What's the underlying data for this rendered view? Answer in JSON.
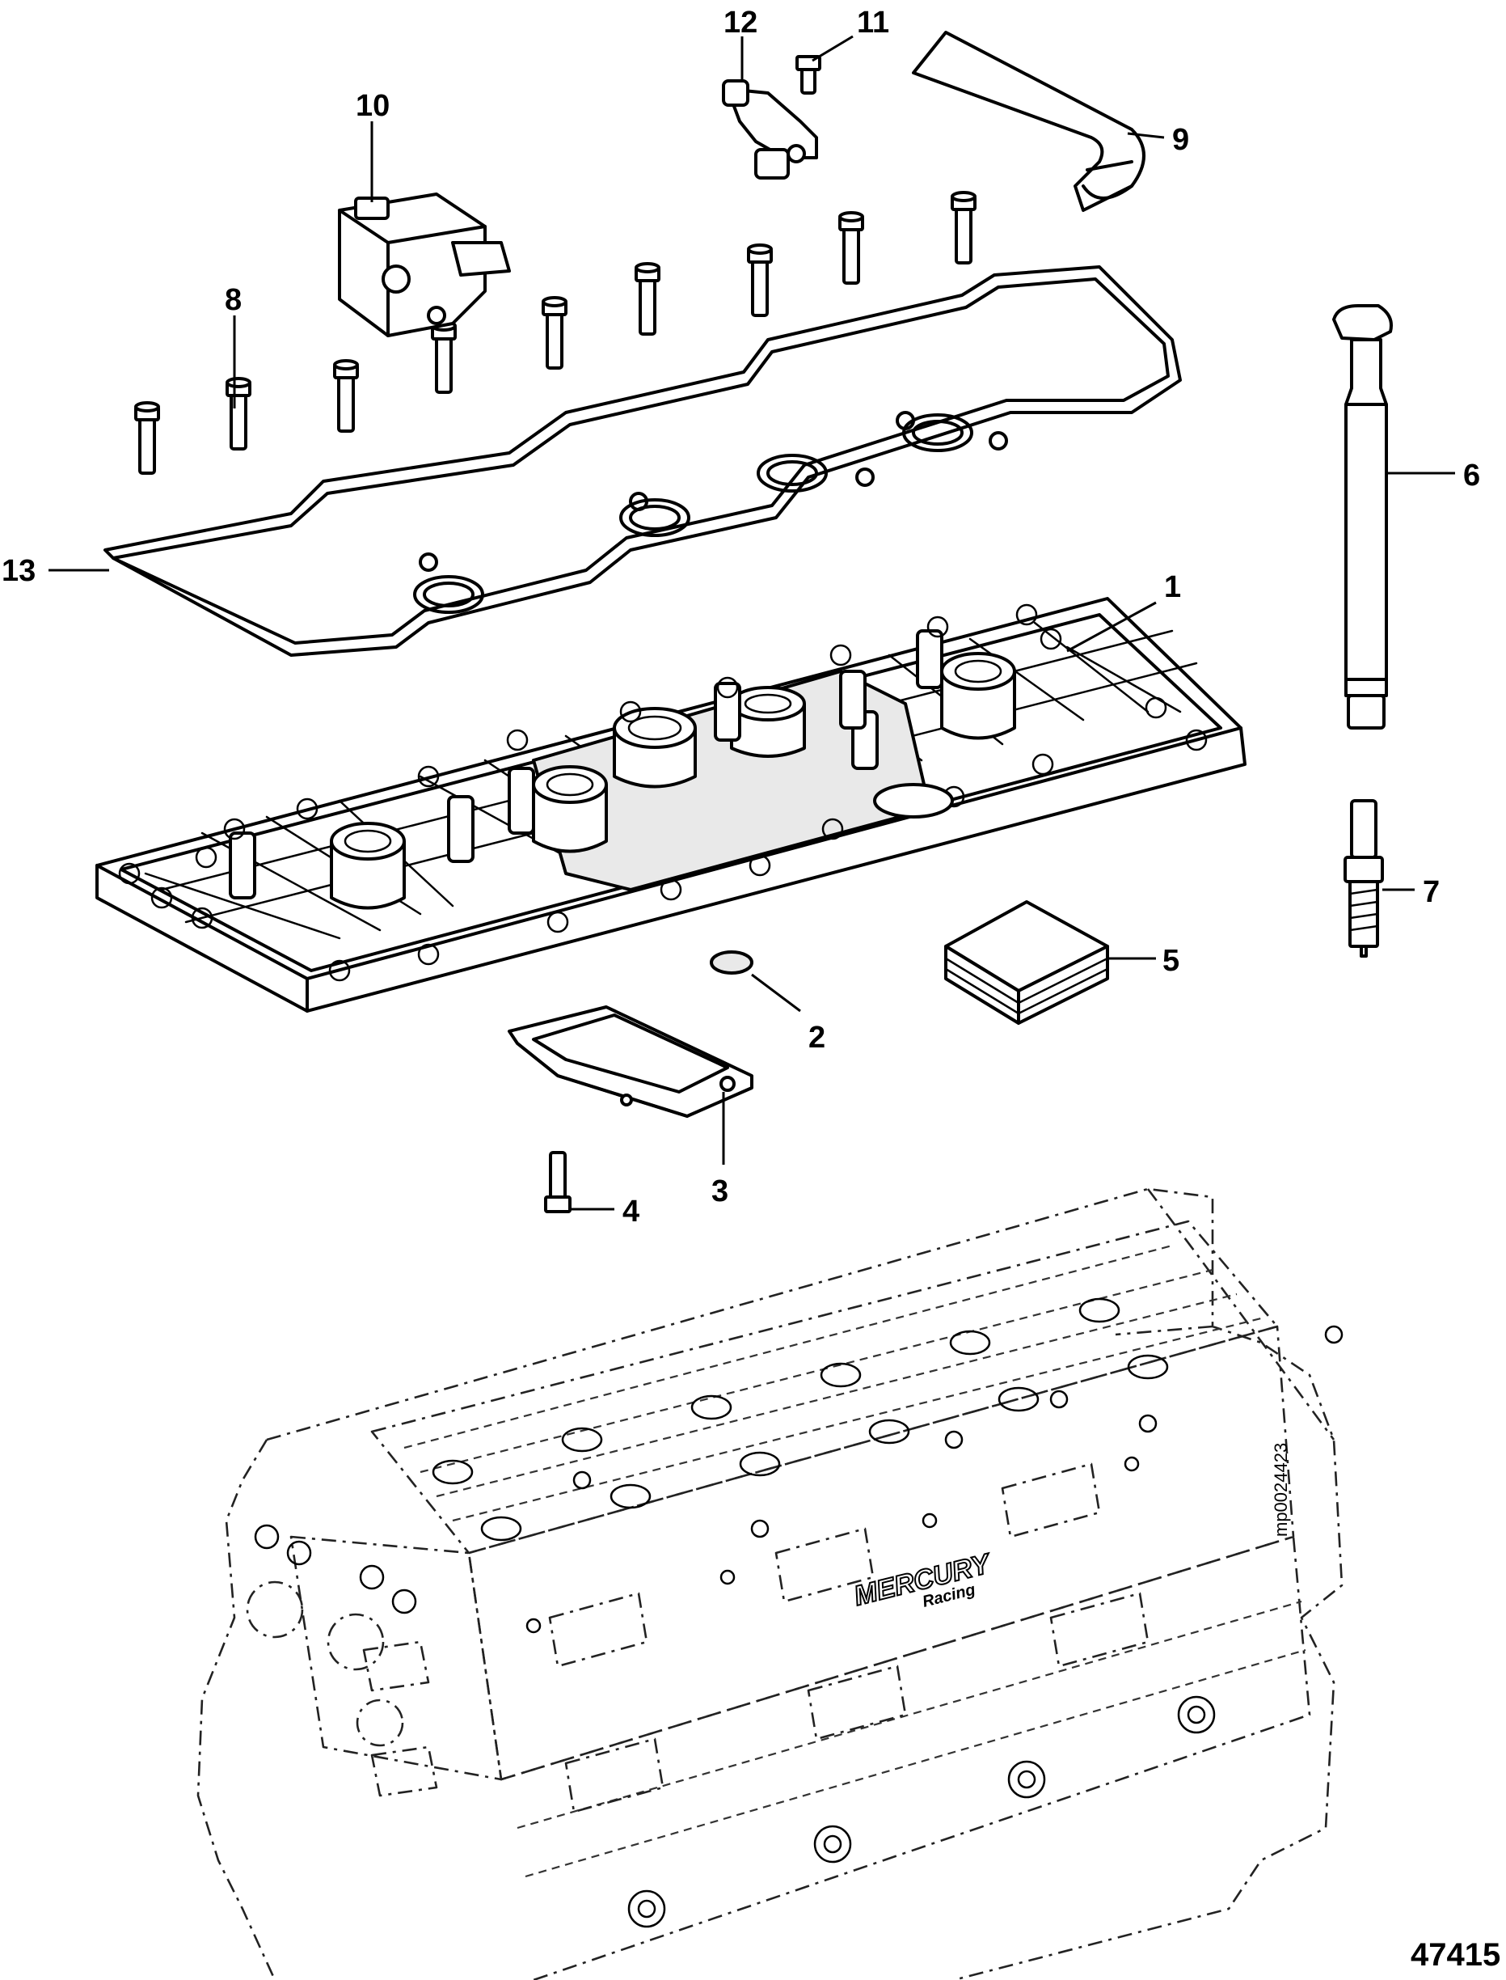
{
  "figure_number": "47415",
  "callouts": [
    {
      "id": "1",
      "label": "1"
    },
    {
      "id": "2",
      "label": "2"
    },
    {
      "id": "3",
      "label": "3"
    },
    {
      "id": "4",
      "label": "4"
    },
    {
      "id": "5",
      "label": "5"
    },
    {
      "id": "6",
      "label": "6"
    },
    {
      "id": "7",
      "label": "7"
    },
    {
      "id": "8",
      "label": "8"
    },
    {
      "id": "9",
      "label": "9"
    },
    {
      "id": "10",
      "label": "10"
    },
    {
      "id": "11",
      "label": "11"
    },
    {
      "id": "12",
      "label": "12"
    },
    {
      "id": "13",
      "label": "13"
    }
  ],
  "engine_logo": {
    "brand": "MERCURY",
    "sub": "Racing"
  },
  "engine_part_number": "mp0024423",
  "colors": {
    "line": "#000000",
    "background": "#ffffff",
    "phantom": "#222222"
  }
}
